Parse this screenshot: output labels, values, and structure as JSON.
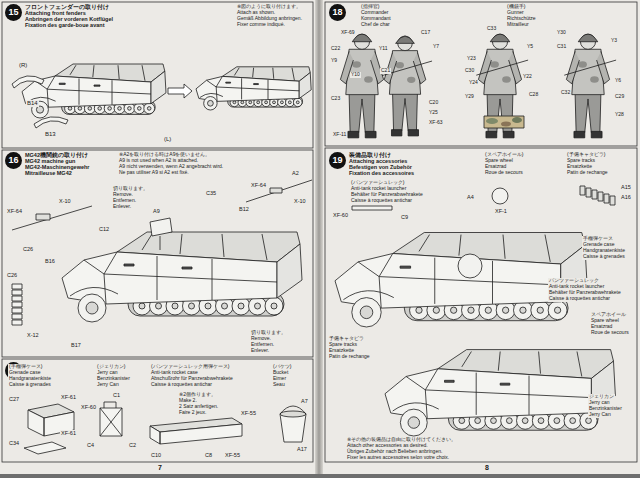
{
  "diagram": {
    "nodes": [
      {
        "text": [
          "15"
        ]
      },
      {
        "text": [
          "16"
        ]
      },
      {
        "text": [
          "17"
        ]
      },
      {
        "text": [
          "18"
        ]
      },
      {
        "text": [
          "19"
        ]
      }
    ],
    "labels": [
      "フロントフェンダーの取り付け",
      "Attaching front fenders",
      "Anbringen der vorderen Kotflügel",
      "Fixation des garde-boue avant",
      "※図のように取り付けます。",
      "Attach as shown.",
      "Gemäß Abbildung anbringen.",
      "Fixer comme indiqué.",
      "(R)",
      "B14",
      "B13",
      "(L)",
      "MG42機関銃の取り付け",
      "MG42 machine gun",
      "MG42-Maschinengewehr",
      "Mitrailleuse MG42",
      "※A2を取り付ける時はA9を使いません。",
      "A9 is not used when A2 is attached.",
      "A9 nicht verwenden, wenn A2 angebracht wird.",
      "Ne pas utiliser A9 si A2 est fixé.",
      "A2",
      "XF-64",
      "X-10",
      "B12",
      "C35",
      "A9",
      "XF-64",
      "X-10",
      "C12",
      "C26",
      "B16",
      "C26",
      "X-12",
      "B17",
      "切り取ります。",
      "Remove.",
      "Entfernen.",
      "Enlever.",
      "切り取ります。",
      "Remove.",
      "Entfernen.",
      "Enlever.",
      "(手榴弾ケース)",
      "Grenade case",
      "Handgranatenkiste",
      "Caisse à grenades",
      "(ジェリカン)",
      "Jerry can",
      "Benzinkanister",
      "Jerry Can",
      "(パンツァーシュレック用弾ケース)",
      "Anti-tank rocket case",
      "Abschußrohr für Panzerabwehrakete",
      "Caisse à roquettes antichar",
      "(バケツ)",
      "Bucket",
      "Eimer",
      "Seau",
      "※2個作ります。",
      "Make 2.",
      "2 Satz anfertigen.",
      "Faire 2 jeux.",
      "C27",
      "XF-61",
      "C34",
      "XF-61",
      "C1",
      "XF-60",
      "C4",
      "C2",
      "C10",
      "C8",
      "XF-55",
      "XF-55",
      "A7",
      "A17",
      "7",
      "(指揮官)",
      "Commander",
      "Kommandant",
      "Chef de char",
      "(機銃手)",
      "Gunner",
      "Richtschütze",
      "Mitrailleur",
      "XF-69",
      "C22",
      "Y9",
      "Y10",
      "C23",
      "XF-11",
      "Y11",
      "C17",
      "Y7",
      "C21",
      "C20",
      "Y25",
      "XF-63",
      "C33",
      "Y23",
      "C30",
      "Y24",
      "Y29",
      "Y5",
      "Y22",
      "C28",
      "Y30",
      "C31",
      "Y3",
      "Y6",
      "C32",
      "C29",
      "Y28",
      "装備品取り付け",
      "Attaching accessories",
      "Befestigen von Zubehör",
      "Fixation des accessoires",
      "(スペアホイール)",
      "Spare wheel",
      "Ersatzrad",
      "Roue de secours",
      "(予備キャタピラ)",
      "Spare tracks",
      "Ersatzkette",
      "Patin de rechange",
      "(パンツァーシュレック)",
      "Anti-tank rocket launcher",
      "Behälter für Panzerabwehrakete",
      "Caisse à roquettes antichar",
      "A4",
      "XF-1",
      "C9",
      "XF-60",
      "A15",
      "A16",
      "手榴弾ケース",
      "Grenade case",
      "Handgranatenkiste",
      "Caisse à grenades",
      "パンツァーシュレック",
      "Anti-tank rocket launcher",
      "Behälter für Panzerabwehrakete",
      "Caisse à roquettes antichar",
      "スペアホイール",
      "Spare wheel",
      "Ersatzrad",
      "Roue de secours",
      "予備キャタピラ",
      "Spare tracks",
      "Ersatzkette",
      "Patin de rechange",
      "ジェリカン",
      "Jerry can",
      "Benzinkanister",
      "Jerry Can",
      "※その他の装備品は自由に取り付けてください。",
      "Attach other accessories as desired.",
      "Übriges Zubehör nach Belieben anbringen.",
      "Fixer les autres accessoires selon votre choix.",
      "8"
    ]
  }
}
